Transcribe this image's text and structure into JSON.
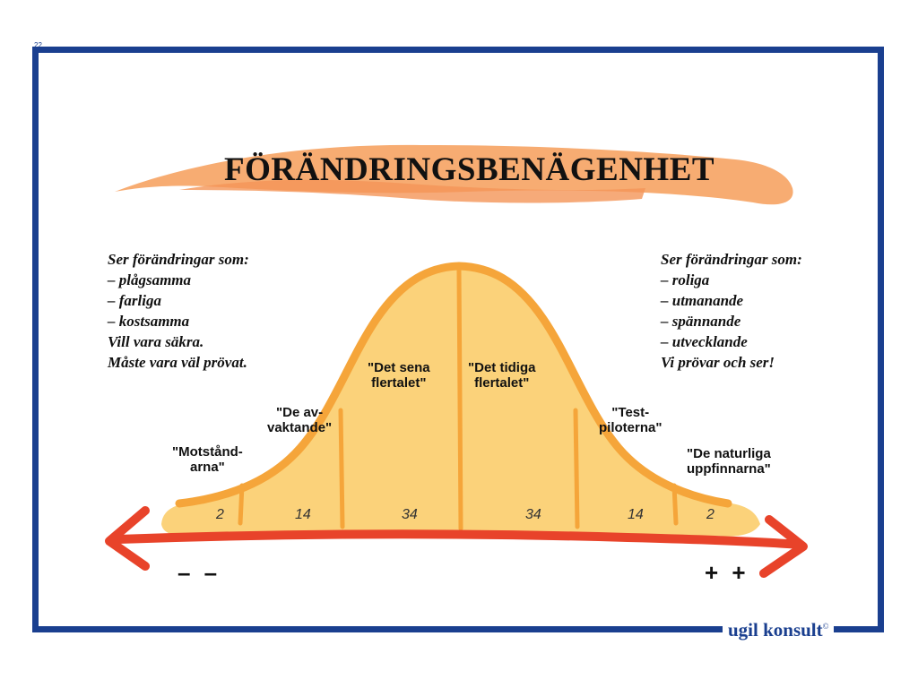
{
  "page_number": "22",
  "title": "FÖRÄNDRINGSBENÄGENHET",
  "left_text": {
    "lines": [
      "Ser förändringar som:",
      "– plågsamma",
      "– farliga",
      "– kostsamma",
      "Vill vara säkra.",
      "Måste vara väl prövat."
    ]
  },
  "right_text": {
    "lines": [
      "Ser förändringar som:",
      "– roliga",
      "– utmanande",
      "– spännande",
      "– utvecklande",
      "Vi prövar och ser!"
    ]
  },
  "groups": [
    {
      "label": "\"Motstånd-\narna\"",
      "percent": "2"
    },
    {
      "label": "\"De av-\nvaktande\"",
      "percent": "14"
    },
    {
      "label": "\"Det sena\nflertalet\"",
      "percent": "34"
    },
    {
      "label": "\"Det tidiga\nflertalet\"",
      "percent": "34"
    },
    {
      "label": "\"Test-\npiloterna\"",
      "percent": "14"
    },
    {
      "label": "\"De naturliga\nuppfinnarna\"",
      "percent": "2"
    }
  ],
  "axis": {
    "negative": "– –",
    "positive": "+ +"
  },
  "logo": {
    "text": "ugil konsult",
    "mark": "©"
  },
  "colors": {
    "frame": "#1a3f8f",
    "curve_fill": "#fbd27a",
    "curve_line": "#f5a53a",
    "brush": "#f7a86a",
    "arrow": "#e8432a"
  }
}
